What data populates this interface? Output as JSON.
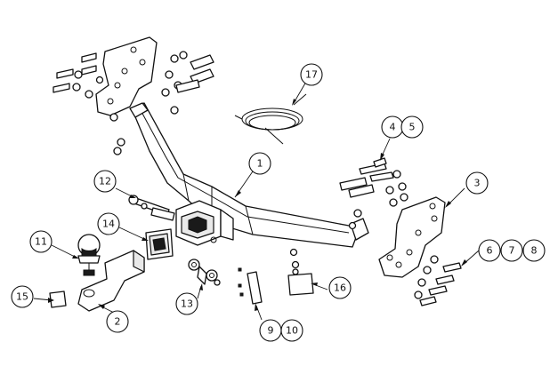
{
  "diagram": {
    "title": "Tow bar assembly exploded view",
    "callouts": [
      "1",
      "2",
      "3",
      "4",
      "5",
      "6",
      "7",
      "8",
      "9",
      "10",
      "11",
      "12",
      "13",
      "14",
      "15",
      "16",
      "17"
    ]
  }
}
